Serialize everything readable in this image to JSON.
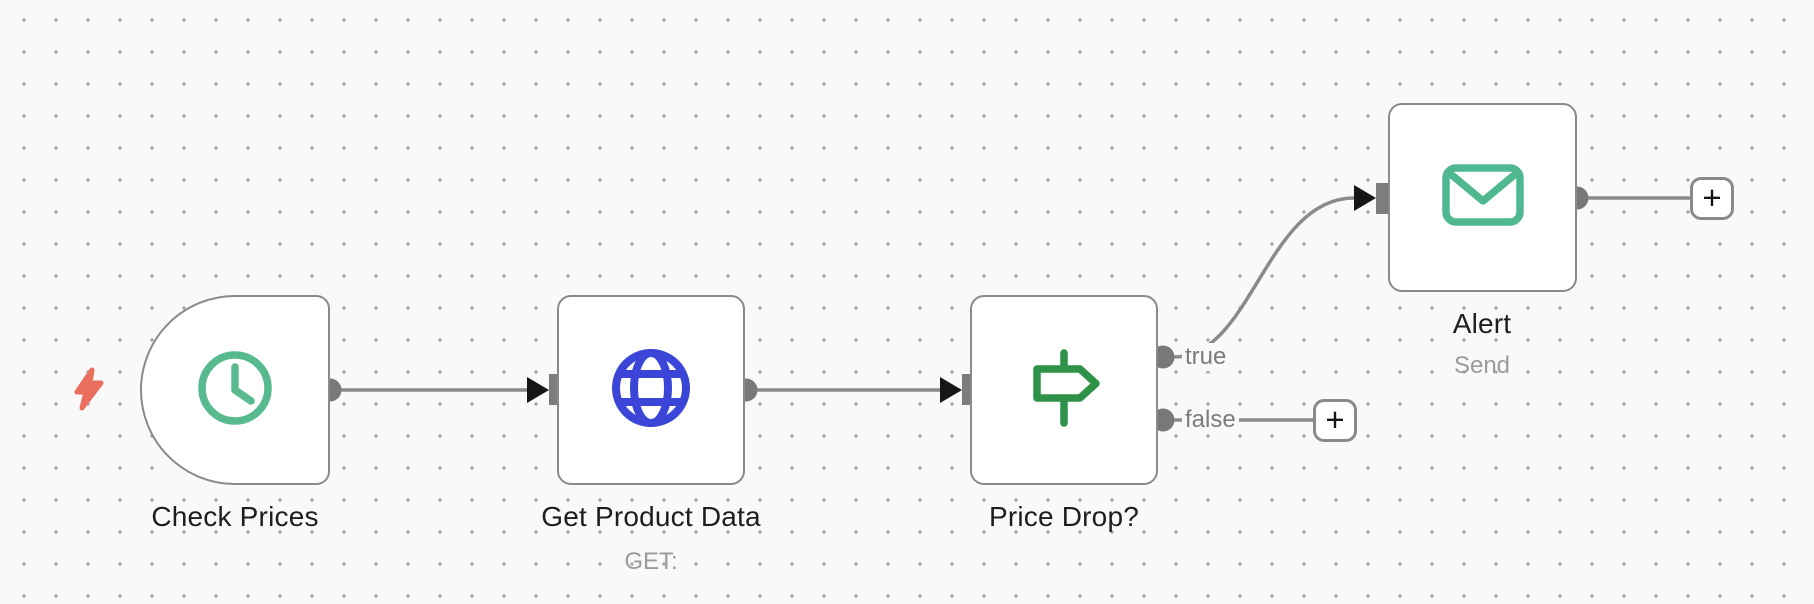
{
  "canvas": {
    "background_color": "#f9f9f9",
    "grid_dot_color": "#a8a8a8",
    "wire_color": "#8a8a8a",
    "node_border_color": "#8a8a8a",
    "port_color": "#7a7a7a",
    "arrowhead_color": "#161616",
    "trigger_bolt_color": "#ea6e5c",
    "clock_color": "#57bb8f",
    "globe_color": "#3b46d8",
    "signpost_color": "#2f9249",
    "envelope_color": "#4fb890"
  },
  "nodes": [
    {
      "id": "check-prices",
      "name": "Check Prices",
      "subtitle": "",
      "icon": "clock-icon",
      "type": "trigger"
    },
    {
      "id": "get-product-data",
      "name": "Get Product Data",
      "subtitle": "GET:",
      "icon": "globe-icon",
      "type": "action"
    },
    {
      "id": "price-drop",
      "name": "Price Drop?",
      "subtitle": "",
      "icon": "signpost-icon",
      "type": "if",
      "outputs": [
        "true",
        "false"
      ]
    },
    {
      "id": "alert",
      "name": "Alert",
      "subtitle": "Send",
      "icon": "envelope-icon",
      "type": "action"
    }
  ],
  "buttons": {
    "add_node": "+"
  }
}
